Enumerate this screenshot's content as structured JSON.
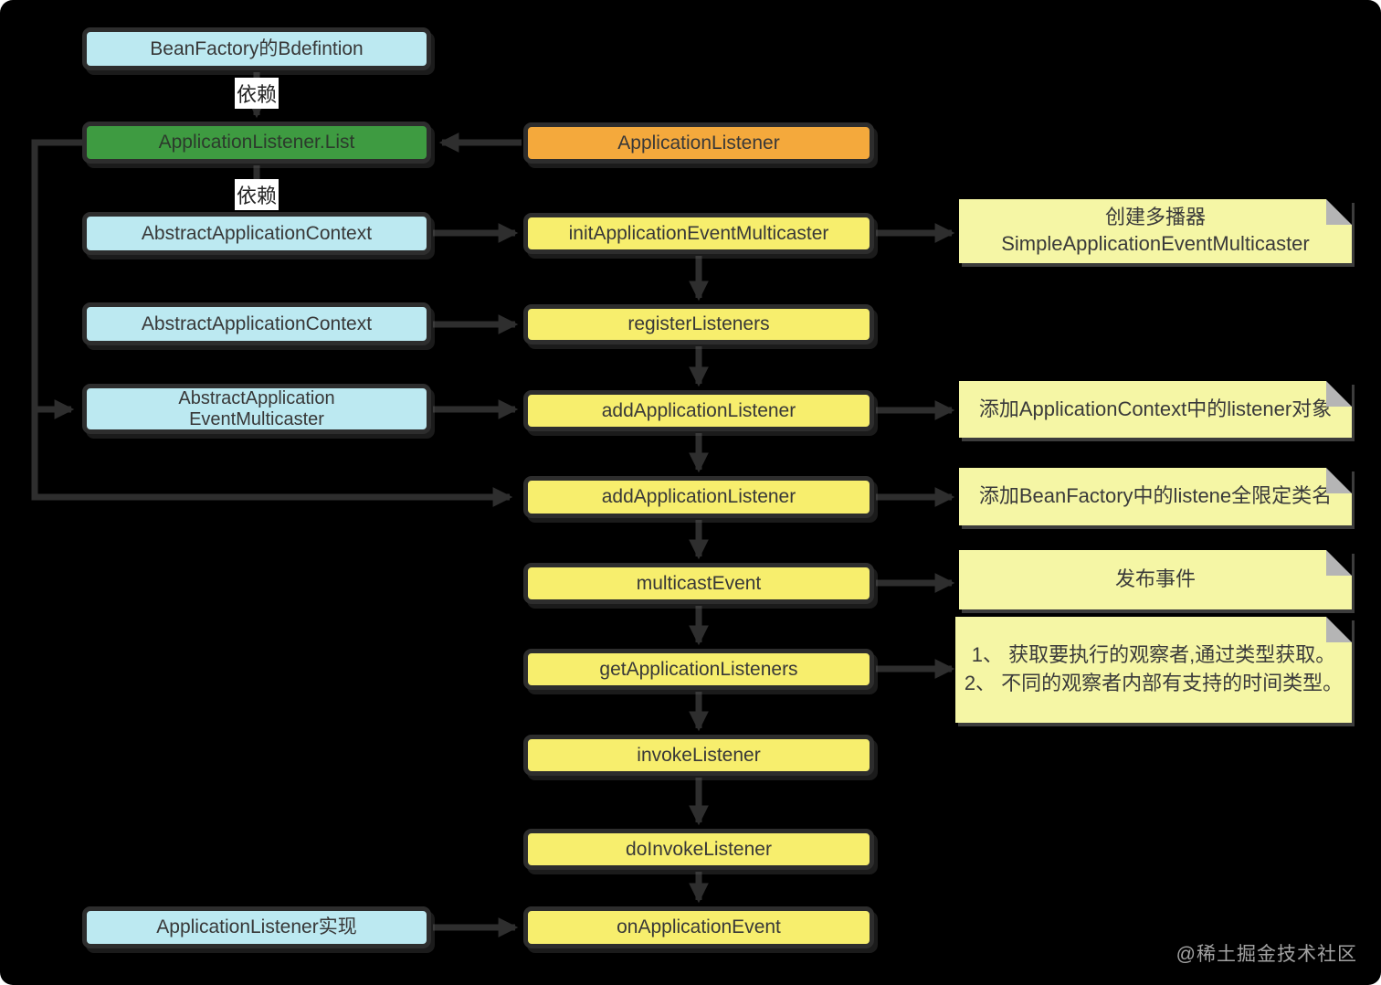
{
  "colors": {
    "background": "#000000",
    "cyan_box": "#bce9f1",
    "green_box": "#3e9b41",
    "orange_box": "#f4a93c",
    "yellow_box": "#f7ee6d",
    "note_box": "#f5f6a5",
    "connector": "#2e2e2e",
    "box_text": "#383838"
  },
  "dependency_labels": {
    "dep1": "依赖",
    "dep2": "依赖"
  },
  "left_column": {
    "bean_factory": "BeanFactory的Bdefintion",
    "listener_list": "ApplicationListener.List",
    "abstract_context_1": "AbstractApplicationContext",
    "abstract_context_2": "AbstractApplicationContext",
    "event_multicaster_line1": "AbstractApplication",
    "event_multicaster_line2": "EventMulticaster",
    "listener_impl": "ApplicationListener实现"
  },
  "middle_column": {
    "application_listener": "ApplicationListener",
    "init_multicaster": "initApplicationEventMulticaster",
    "register_listeners": "registerListeners",
    "add_listener_1": "addApplicationListener",
    "add_listener_2": "addApplicationListener",
    "multicast_event": "multicastEvent",
    "get_listeners": "getApplicationListeners",
    "invoke_listener": "invokeListener",
    "do_invoke_listener": "doInvokeListener",
    "on_application_event": "onApplicationEvent"
  },
  "notes": {
    "create_multicaster_line1": "创建多播器",
    "create_multicaster_line2": "SimpleApplicationEventMulticaster",
    "add_context_listener": "添加ApplicationContext中的listener对象",
    "add_beanfactory_listener": "添加BeanFactory中的listene全限定类名",
    "publish_event": "发布事件",
    "get_observers_line1": "1、 获取要执行的观察者,通过类型获取。",
    "get_observers_line2": "2、 不同的观察者内部有支持的时间类型。"
  },
  "watermark": "@稀土掘金技术社区"
}
